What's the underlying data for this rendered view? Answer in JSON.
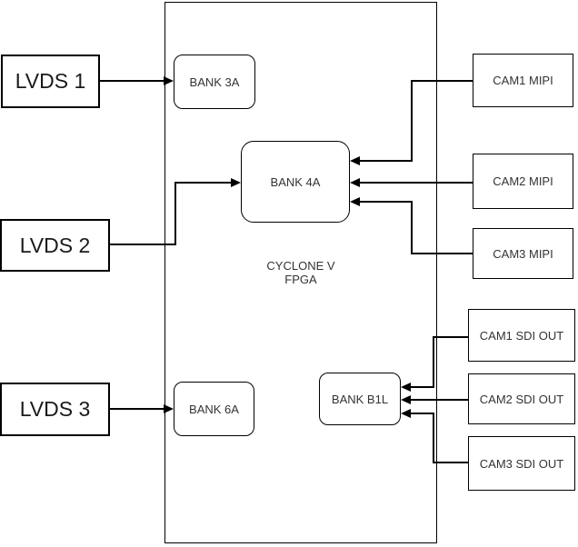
{
  "fpga": {
    "line1": "CYCLONE V",
    "line2": "FPGA"
  },
  "lvds": [
    {
      "label": "LVDS 1"
    },
    {
      "label": "LVDS 2"
    },
    {
      "label": "LVDS 3"
    }
  ],
  "banks": [
    {
      "label": "BANK 3A"
    },
    {
      "label": "BANK 4A"
    },
    {
      "label": "BANK 6A"
    },
    {
      "label": "BANK B1L"
    }
  ],
  "mipi": [
    {
      "label": "CAM1 MIPI"
    },
    {
      "label": "CAM2 MIPI"
    },
    {
      "label": "CAM3 MIPI"
    }
  ],
  "sdi": [
    {
      "label": "CAM1 SDI OUT"
    },
    {
      "label": "CAM2 SDI OUT"
    },
    {
      "label": "CAM3 SDI OUT"
    }
  ],
  "colors": {
    "stroke": "#000000",
    "box_fill": "#ffffff",
    "text": "#333333",
    "background": "#ffffff"
  }
}
